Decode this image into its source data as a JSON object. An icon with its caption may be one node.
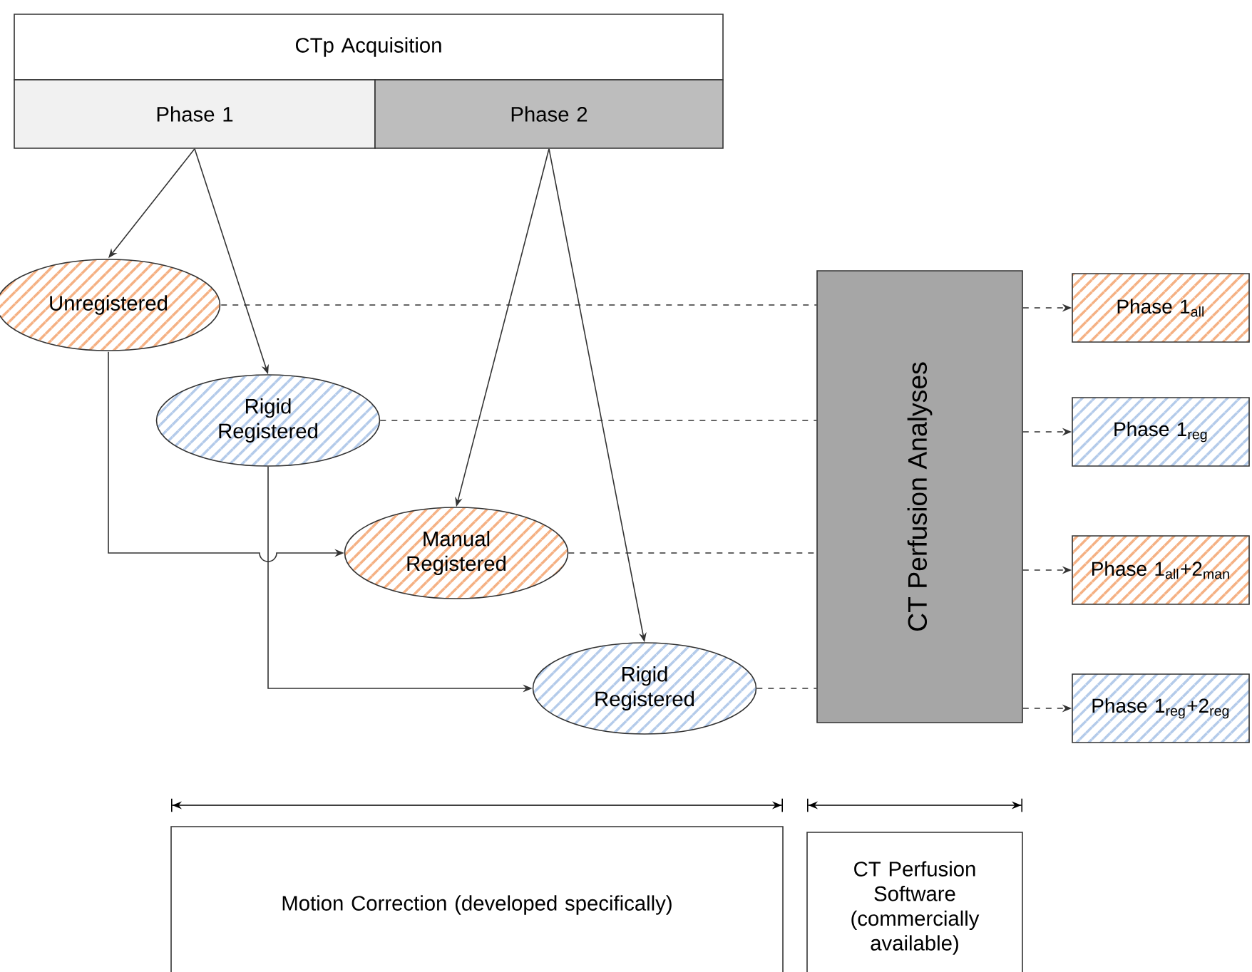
{
  "diagram": {
    "nodes": [
      {
        "text": [
          "CTp Acquisition"
        ]
      },
      {
        "text": [
          "Phase 1"
        ]
      },
      {
        "text": [
          "Phase 2"
        ]
      },
      {
        "text": [
          "Unregistered"
        ]
      },
      {
        "text": [
          "Rigid Registered"
        ]
      },
      {
        "text": [
          "Manual Registered"
        ]
      },
      {
        "text": [
          "Rigid Registered"
        ]
      },
      {
        "text": [
          "CT Perfusion Analyses"
        ]
      },
      {
        "text": [
          "Phase 1$_{all}$"
        ]
      },
      {
        "text": [
          "Phase 1$_{reg}$"
        ]
      },
      {
        "text": [
          "Phase 1$_{all}$+2$_{man}$"
        ]
      },
      {
        "text": [
          "Phase 1$_{reg}$+2$_{reg}$"
        ]
      },
      {
        "text": [
          "Motion Correction (developed specifically)"
        ]
      },
      {
        "text": [
          "CT Perfusion Software (commercially available)"
        ]
      }
    ],
    "edges": [
      {
        "from": 1,
        "to": 3,
        "arrow": "to"
      },
      {
        "from": 1,
        "to": 4,
        "arrow": "to"
      },
      {
        "from": 2,
        "to": 5,
        "arrow": "to"
      },
      {
        "from": 2,
        "to": 6,
        "arrow": "to"
      },
      {
        "from": 3,
        "to": 5,
        "arrow": "to"
      },
      {
        "from": 4,
        "to": 6,
        "arrow": "to"
      },
      {
        "from": 3,
        "to": 7,
        "arrow": "none",
        "style": "dashed"
      },
      {
        "from": 4,
        "to": 7,
        "arrow": "none",
        "style": "dashed"
      },
      {
        "from": 5,
        "to": 7,
        "arrow": "none",
        "style": "dashed"
      },
      {
        "from": 6,
        "to": 7,
        "arrow": "none",
        "style": "dashed"
      },
      {
        "from": 7,
        "to": 8,
        "arrow": "to",
        "style": "dashed"
      },
      {
        "from": 7,
        "to": 9,
        "arrow": "to",
        "style": "dashed"
      },
      {
        "from": 7,
        "to": 10,
        "arrow": "to",
        "style": "dashed"
      },
      {
        "from": 7,
        "to": 11,
        "arrow": "to",
        "style": "dashed"
      }
    ]
  }
}
